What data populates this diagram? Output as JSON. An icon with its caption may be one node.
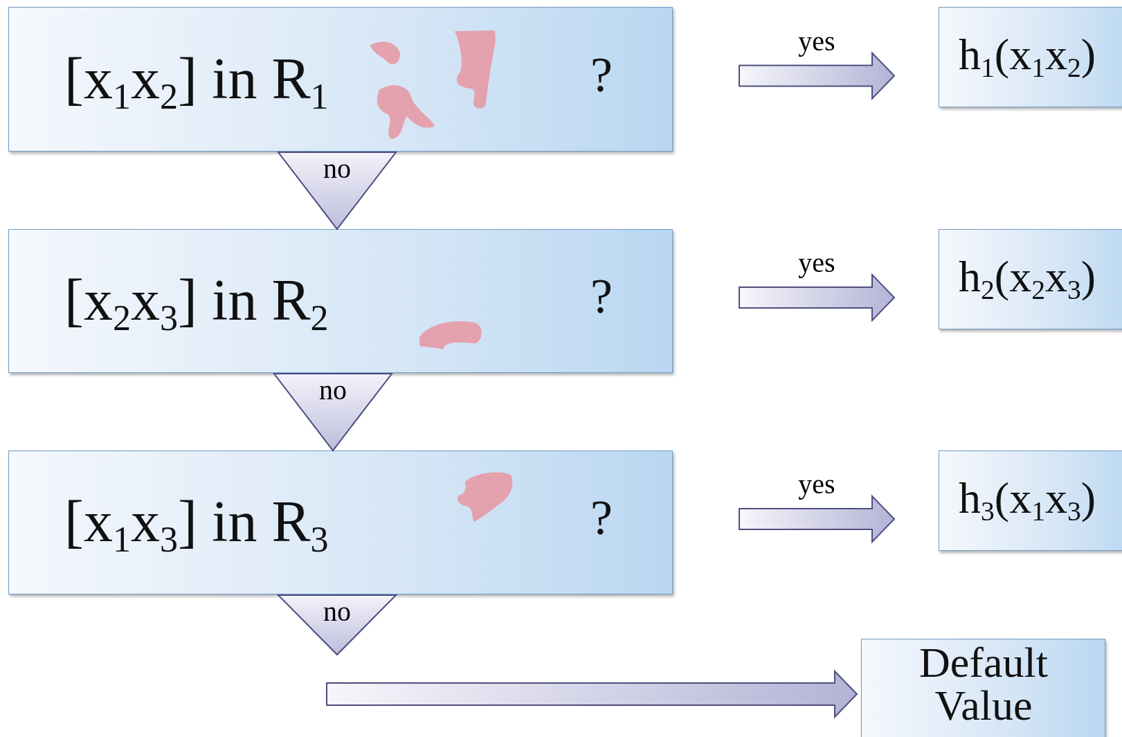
{
  "diagram": {
    "nodes": [
      {
        "text": [
          "[x$_{1}$x$_{2}$] in R$_{1}$",
          "?"
        ]
      },
      {
        "text": [
          "h$_{1}$(x$_{1}$x$_{2}$)"
        ]
      },
      {
        "text": [
          "[x$_{2}$x$_{3}$] in R$_{2}$",
          "?"
        ]
      },
      {
        "text": [
          "h$_{2}$(x$_{2}$x$_{3}$)"
        ]
      },
      {
        "text": [
          "[x$_{1}$x$_{3}$] in R$_{3}$",
          "?"
        ]
      },
      {
        "text": [
          "h$_{3}$(x$_{1}$x$_{3}$)"
        ]
      },
      {
        "text": [
          "Default Value"
        ]
      }
    ],
    "edges": [
      {
        "from": 0,
        "to": 1,
        "arrow": "to",
        "label": "yes"
      },
      {
        "from": 0,
        "to": 2,
        "arrow": "to",
        "label": "no"
      },
      {
        "from": 2,
        "to": 3,
        "arrow": "to",
        "label": "yes"
      },
      {
        "from": 2,
        "to": 4,
        "arrow": "to",
        "label": "no"
      },
      {
        "from": 4,
        "to": 5,
        "arrow": "to",
        "label": "yes"
      },
      {
        "from": 4,
        "to": null,
        "arrow": "to",
        "label": "no"
      },
      {
        "from": null,
        "to": 6,
        "arrow": "to"
      }
    ]
  }
}
